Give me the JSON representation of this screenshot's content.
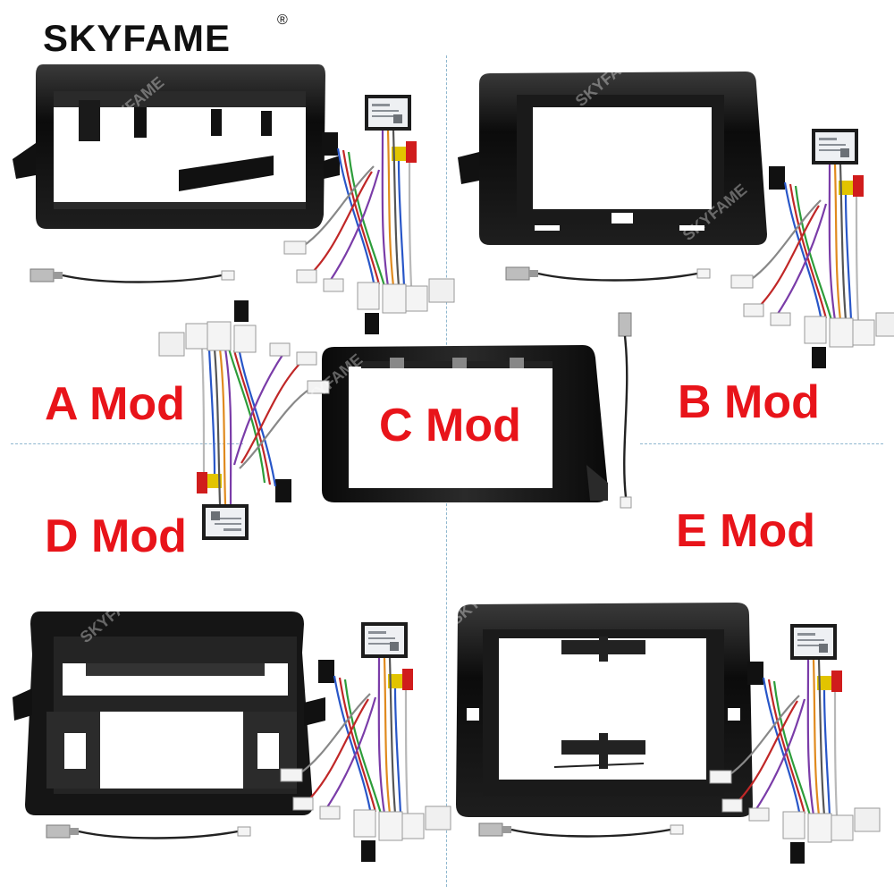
{
  "brand": {
    "name": "SKYFAME",
    "mark": "®"
  },
  "modules": {
    "a": "A Mod",
    "b": "B Mod",
    "c": "C Mod",
    "d": "D Mod",
    "e": "E Mod"
  },
  "watermark": "SKYFAME",
  "colors": {
    "label": "#e8141a",
    "frame": "#111111",
    "divider": "#8fb7cf"
  }
}
